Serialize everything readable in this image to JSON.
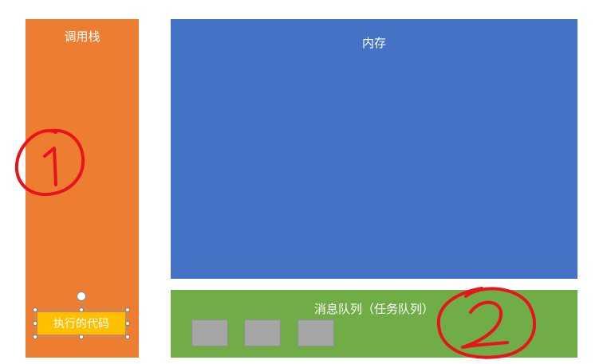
{
  "call_stack": {
    "title": "调用栈"
  },
  "memory": {
    "title": "内存"
  },
  "message_queue": {
    "title": "消息队列（任务队列）",
    "task_count": 3
  },
  "executing_code": {
    "label": "执行的代码"
  },
  "annotations": [
    "①",
    "②"
  ],
  "colors": {
    "call_stack": "#ED7D31",
    "memory": "#4472C4",
    "message_queue": "#70AD47",
    "task": "#A5A5A5",
    "executing_code": "#FFC000",
    "annotation": "#E8141C"
  }
}
